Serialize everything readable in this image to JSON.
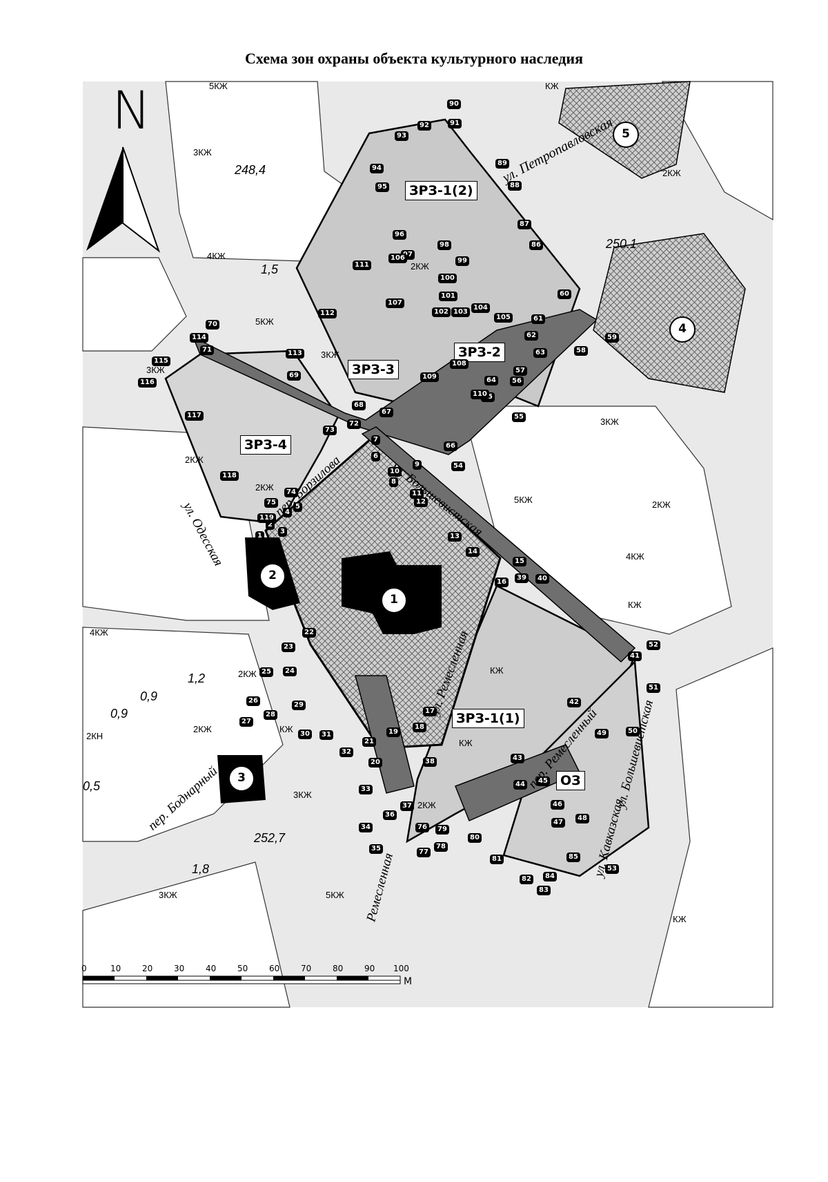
{
  "title": "Схема зон охраны объекта культурного наследия",
  "north_label": "N",
  "zones": {
    "zrz1_2": "ЗРЗ-1(2)",
    "zrz1_1": "ЗРЗ-1(1)",
    "zrz2": "ЗРЗ-2",
    "zrz3": "ЗРЗ-3",
    "zrz4": "ЗРЗ-4",
    "oz": "ОЗ"
  },
  "objects": [
    "1",
    "2",
    "3",
    "4",
    "5"
  ],
  "streets": {
    "petropavlovskaya": "ул. Петропавловская",
    "bolshevistskaya": "ул. Большевистская",
    "bolshevistskaya_2": "ул. Большевистская",
    "remeslennaya": "ул. Ремесленная",
    "remeslennaya_2": "Ремесленная",
    "odesskaya": "ул. Одесская",
    "borzilova": "пер. Борзилова",
    "bodnarny": "пер. Боднарный",
    "remeslenny": "пер. Ремесленный",
    "kavkazskaya": "ул. Кавказская"
  },
  "blocks": {
    "b1": "5КЖ",
    "b2": "3КЖ",
    "b3": "4КЖ",
    "b4": "5КЖ",
    "b5": "3КЖ",
    "b6": "2КЖ",
    "b7": "3КЖ",
    "b8": "5КЖ",
    "b9": "4КЖ",
    "b10": "2КЖ",
    "b11": "3КЖ",
    "b12": "4КЖ",
    "b13": "2КЖ",
    "b14": "2КЖ",
    "b15": "КЖ",
    "b16": "КЖ",
    "b17": "КЖ",
    "b18": "2КН",
    "b19": "2КЖ",
    "b20": "2КЖ",
    "b21": "КЖ",
    "b22": "3КЖ",
    "b23": "5КЖ",
    "b24": "2КЖ",
    "b25": "3КЖ",
    "b26": "КЖ",
    "b27": "2КЖ",
    "b28": "КЖ"
  },
  "elevations": {
    "e1": "248,4",
    "e2": "1,5",
    "e3": "250.1",
    "e4": "252,7",
    "e5": "1,2",
    "e6": "0,9",
    "e7": "0,9",
    "e8": "0,5",
    "e9": "1,8"
  },
  "scale": {
    "ticks": [
      "0",
      "10",
      "20",
      "30",
      "40",
      "50",
      "60",
      "70",
      "80",
      "90",
      "100"
    ],
    "unit": "М"
  },
  "points": [
    {
      "n": "1"
    },
    {
      "n": "2"
    },
    {
      "n": "3"
    },
    {
      "n": "4"
    },
    {
      "n": "5"
    },
    {
      "n": "6"
    },
    {
      "n": "7"
    },
    {
      "n": "8"
    },
    {
      "n": "9"
    },
    {
      "n": "10"
    },
    {
      "n": "11"
    },
    {
      "n": "12"
    },
    {
      "n": "13"
    },
    {
      "n": "14"
    },
    {
      "n": "15"
    },
    {
      "n": "16"
    },
    {
      "n": "17"
    },
    {
      "n": "18"
    },
    {
      "n": "19"
    },
    {
      "n": "20"
    },
    {
      "n": "21"
    },
    {
      "n": "22"
    },
    {
      "n": "23"
    },
    {
      "n": "24"
    },
    {
      "n": "25"
    },
    {
      "n": "26"
    },
    {
      "n": "27"
    },
    {
      "n": "28"
    },
    {
      "n": "29"
    },
    {
      "n": "30"
    },
    {
      "n": "31"
    },
    {
      "n": "32"
    },
    {
      "n": "33"
    },
    {
      "n": "34"
    },
    {
      "n": "35"
    },
    {
      "n": "36"
    },
    {
      "n": "37"
    },
    {
      "n": "38"
    },
    {
      "n": "39"
    },
    {
      "n": "40"
    },
    {
      "n": "41"
    },
    {
      "n": "42"
    },
    {
      "n": "43"
    },
    {
      "n": "44"
    },
    {
      "n": "45"
    },
    {
      "n": "46"
    },
    {
      "n": "47"
    },
    {
      "n": "48"
    },
    {
      "n": "49"
    },
    {
      "n": "50"
    },
    {
      "n": "51"
    },
    {
      "n": "52"
    },
    {
      "n": "53"
    },
    {
      "n": "54"
    },
    {
      "n": "55"
    },
    {
      "n": "56"
    },
    {
      "n": "57"
    },
    {
      "n": "58"
    },
    {
      "n": "59"
    },
    {
      "n": "60"
    },
    {
      "n": "61"
    },
    {
      "n": "62"
    },
    {
      "n": "63"
    },
    {
      "n": "64"
    },
    {
      "n": "65"
    },
    {
      "n": "66"
    },
    {
      "n": "67"
    },
    {
      "n": "68"
    },
    {
      "n": "69"
    },
    {
      "n": "70"
    },
    {
      "n": "71"
    },
    {
      "n": "72"
    },
    {
      "n": "73"
    },
    {
      "n": "74"
    },
    {
      "n": "75"
    },
    {
      "n": "76"
    },
    {
      "n": "77"
    },
    {
      "n": "78"
    },
    {
      "n": "79"
    },
    {
      "n": "80"
    },
    {
      "n": "81"
    },
    {
      "n": "82"
    },
    {
      "n": "83"
    },
    {
      "n": "84"
    },
    {
      "n": "85"
    },
    {
      "n": "86"
    },
    {
      "n": "87"
    },
    {
      "n": "88"
    },
    {
      "n": "89"
    },
    {
      "n": "90"
    },
    {
      "n": "91"
    },
    {
      "n": "92"
    },
    {
      "n": "93"
    },
    {
      "n": "94"
    },
    {
      "n": "95"
    },
    {
      "n": "96"
    },
    {
      "n": "97"
    },
    {
      "n": "98"
    },
    {
      "n": "99"
    },
    {
      "n": "100"
    },
    {
      "n": "101"
    },
    {
      "n": "102"
    },
    {
      "n": "103"
    },
    {
      "n": "104"
    },
    {
      "n": "105"
    },
    {
      "n": "106"
    },
    {
      "n": "107"
    },
    {
      "n": "108"
    },
    {
      "n": "109"
    },
    {
      "n": "110"
    },
    {
      "n": "111"
    },
    {
      "n": "112"
    },
    {
      "n": "113"
    },
    {
      "n": "114"
    },
    {
      "n": "115"
    },
    {
      "n": "116"
    },
    {
      "n": "117"
    },
    {
      "n": "118"
    },
    {
      "n": "119"
    }
  ]
}
